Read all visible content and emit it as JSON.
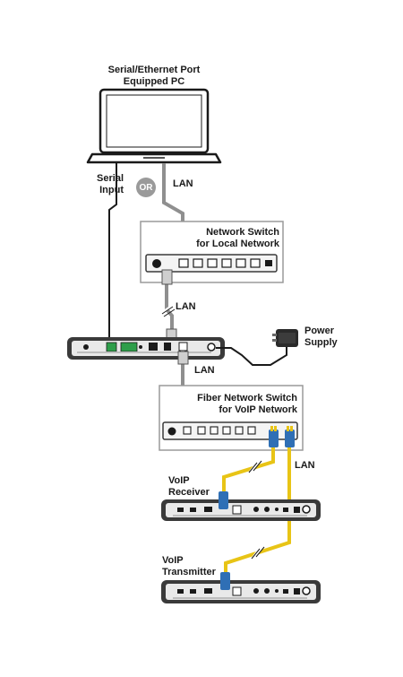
{
  "pc": {
    "title_line1": "Serial/Ethernet Port",
    "title_line2": "Equipped PC"
  },
  "or_badge": "OR",
  "labels": {
    "serial_line1": "Serial",
    "serial_line2": "Input",
    "lan_pc": "LAN",
    "lan_switch": "LAN",
    "lan_unit": "LAN",
    "lan_fiber": "LAN"
  },
  "network_switch": {
    "line1": "Network Switch",
    "line2": "for Local Network"
  },
  "power_supply": {
    "line1": "Power",
    "line2": "Supply"
  },
  "fiber_switch": {
    "line1": "Fiber Network Switch",
    "line2": "for VoIP Network"
  },
  "voip_receiver": {
    "line1": "VoIP",
    "line2": "Receiver"
  },
  "voip_transmitter": {
    "line1": "VoIP",
    "line2": "Transmitter"
  },
  "colors": {
    "cable_lan": "#8f8f8f",
    "cable_serial": "#1a1a1a",
    "cable_fiber": "#e8c416",
    "device_body": "#3a3a3a",
    "box_stroke": "#9a9a9a",
    "fiber_connector": "#2f6fb5",
    "terminal_green": "#2e9e4a"
  }
}
